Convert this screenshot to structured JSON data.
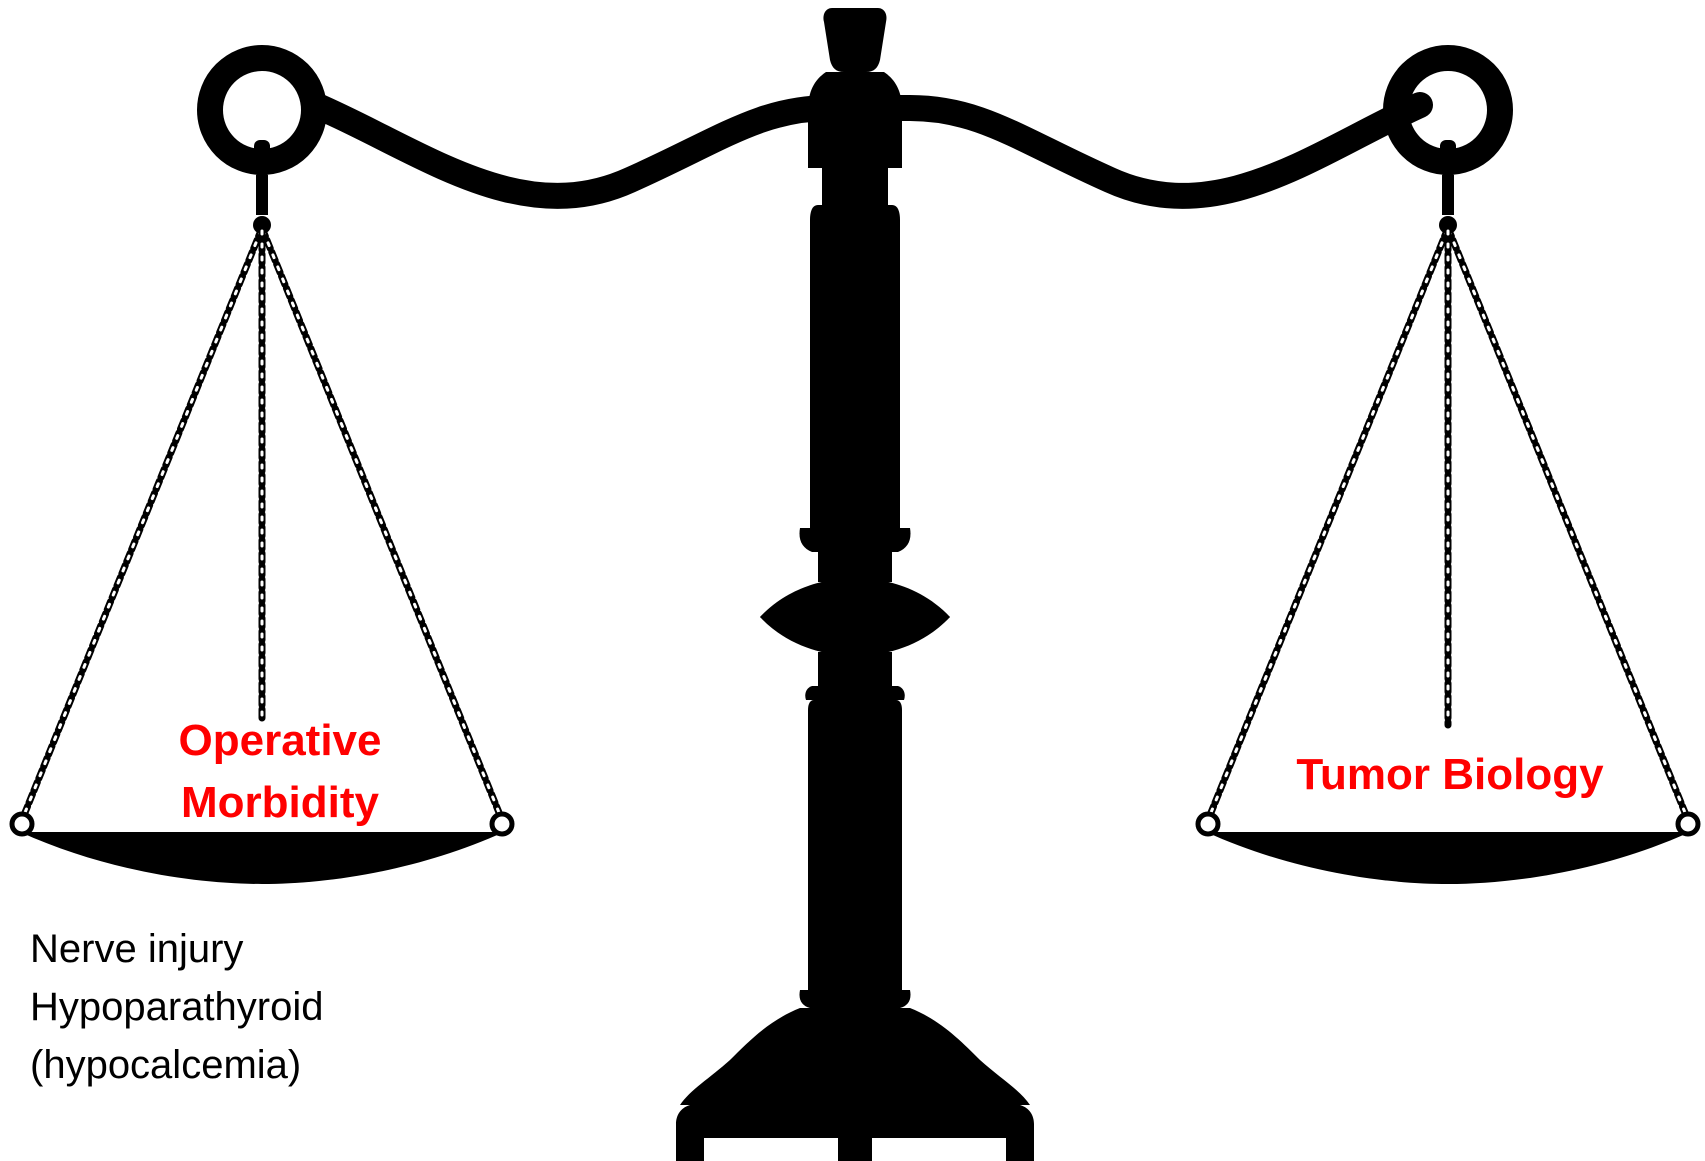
{
  "colors": {
    "silhouette": "#000000",
    "highlight_text": "#ff0000",
    "body_text": "#000000",
    "background": "#ffffff"
  },
  "left_pan": {
    "title_lines": [
      "Operative",
      "Morbidity"
    ],
    "details": [
      "Nerve injury",
      "Hypoparathyroid",
      "(hypocalcemia)"
    ]
  },
  "right_pan": {
    "title": "Tumor Biology"
  },
  "icons": {
    "scale": "balance-scale-icon"
  }
}
